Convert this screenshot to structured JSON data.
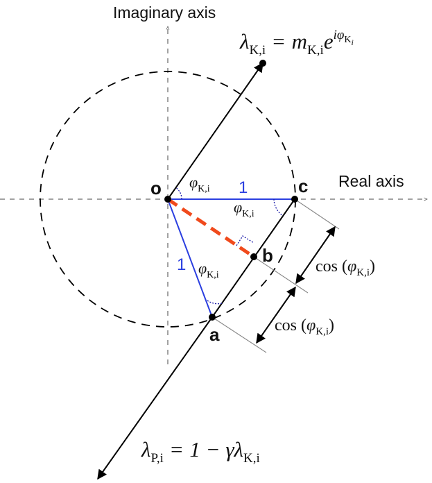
{
  "axes": {
    "imaginary_label": "Imaginary axis",
    "real_label": "Real axis"
  },
  "points": {
    "o": "o",
    "a": "a",
    "b": "b",
    "c": "c"
  },
  "edge_labels": {
    "oc": "1",
    "oa": "1"
  },
  "angle_label": {
    "phi": "φ",
    "subscript": "K,i"
  },
  "cos_label": {
    "func": "cos",
    "open": "(",
    "close": ")",
    "phi": "φ",
    "subscript": "K,i"
  },
  "lambda_K": {
    "lambda": "λ",
    "subscript": "K,i",
    "equals": "=",
    "m": "m",
    "m_subscript": "K,i",
    "e": "e",
    "exponent": "iφ",
    "exponent_subscript": "K",
    "exponent_subsubscript": "i"
  },
  "lambda_P": {
    "lambda": "λ",
    "subscript": "P,i",
    "equals": "=",
    "rhs": "1 − γλ",
    "rhs_subscript": "K,i"
  },
  "colors": {
    "axis": "#000000",
    "blue_lines": "#2b3fe0",
    "red_dashed": "#f04a1c",
    "dotted_right_angle": "#1a1aa8",
    "thin_gray": "#888888"
  }
}
